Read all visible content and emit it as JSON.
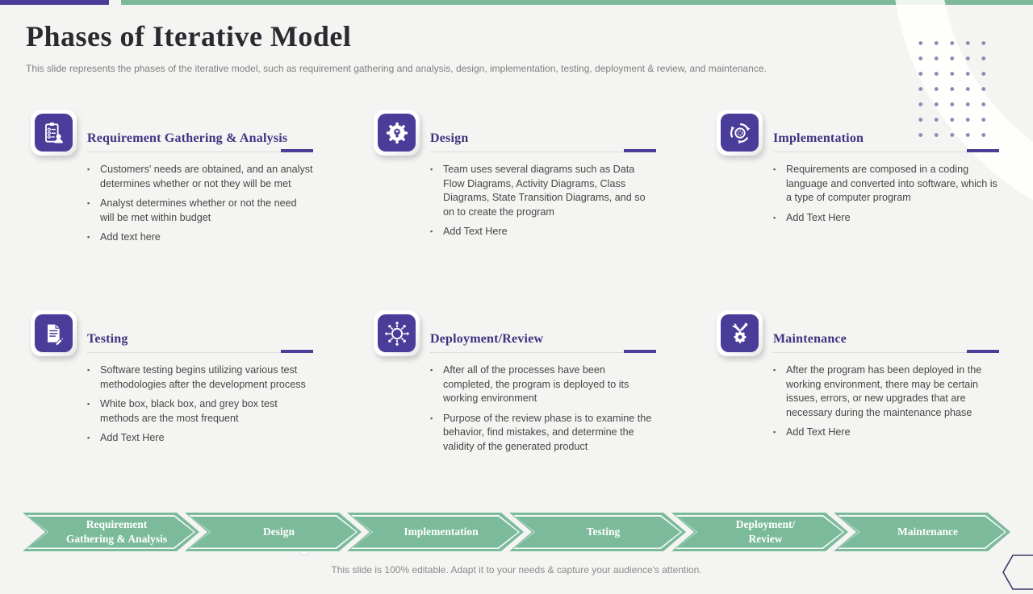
{
  "slide": {
    "title": "Phases of Iterative Model",
    "subtitle": "This slide represents the phases of the iterative  model, such as requirement gathering and analysis, design, implementation, testing, deployment & review,  and maintenance.",
    "footer": "This slide is 100% editable. Adapt it to your needs & capture your audience's attention."
  },
  "colors": {
    "accent_purple": "#4b3e97",
    "accent_green": "#7cba9c",
    "icon_bg": "#4a3d99",
    "heading": "#3d3480",
    "body_text": "#474747"
  },
  "cards": [
    {
      "icon": "checklist-user-icon",
      "title": "Requirement Gathering & Analysis",
      "bullets": [
        "Customers' needs are obtained, and an analyst determines whether or not they will be met",
        "Analyst determines whether or not the need will be met within budget",
        "Add text here"
      ]
    },
    {
      "icon": "gear-bulb-icon",
      "title": "Design",
      "bullets": [
        "Team uses several diagrams such as Data Flow Diagrams, Activity Diagrams, Class Diagrams, State Transition Diagrams, and so on to create the program",
        "Add Text Here"
      ]
    },
    {
      "icon": "sync-cycle-icon",
      "title": "Implementation",
      "bullets": [
        "Requirements are composed in a coding language and converted into software, which is a type of computer program",
        "Add Text Here"
      ]
    },
    {
      "icon": "document-pencil-icon",
      "title": "Testing",
      "bullets": [
        "Software testing begins utilizing various test methodologies after the development process",
        "White box, black box, and grey box test methods are the most frequent",
        "Add Text Here"
      ]
    },
    {
      "icon": "hub-network-icon",
      "title": "Deployment/Review",
      "bullets": [
        "After all of the processes have been completed, the program is deployed to its working environment",
        "Purpose of the review phase is to examine the behavior, find mistakes, and determine the validity of the generated product"
      ]
    },
    {
      "icon": "gear-tools-icon",
      "title": "Maintenance",
      "bullets": [
        "After the program has been deployed in the working environment, there may be certain issues, errors, or new upgrades that are necessary during the maintenance phase",
        "Add Text Here"
      ]
    }
  ],
  "flow": {
    "steps": [
      {
        "label": "Requirement\nGathering & Analysis"
      },
      {
        "label": "Design"
      },
      {
        "label": "Implementation"
      },
      {
        "label": "Testing"
      },
      {
        "label": "Deployment/\nReview"
      },
      {
        "label": "Maintenance"
      }
    ]
  }
}
